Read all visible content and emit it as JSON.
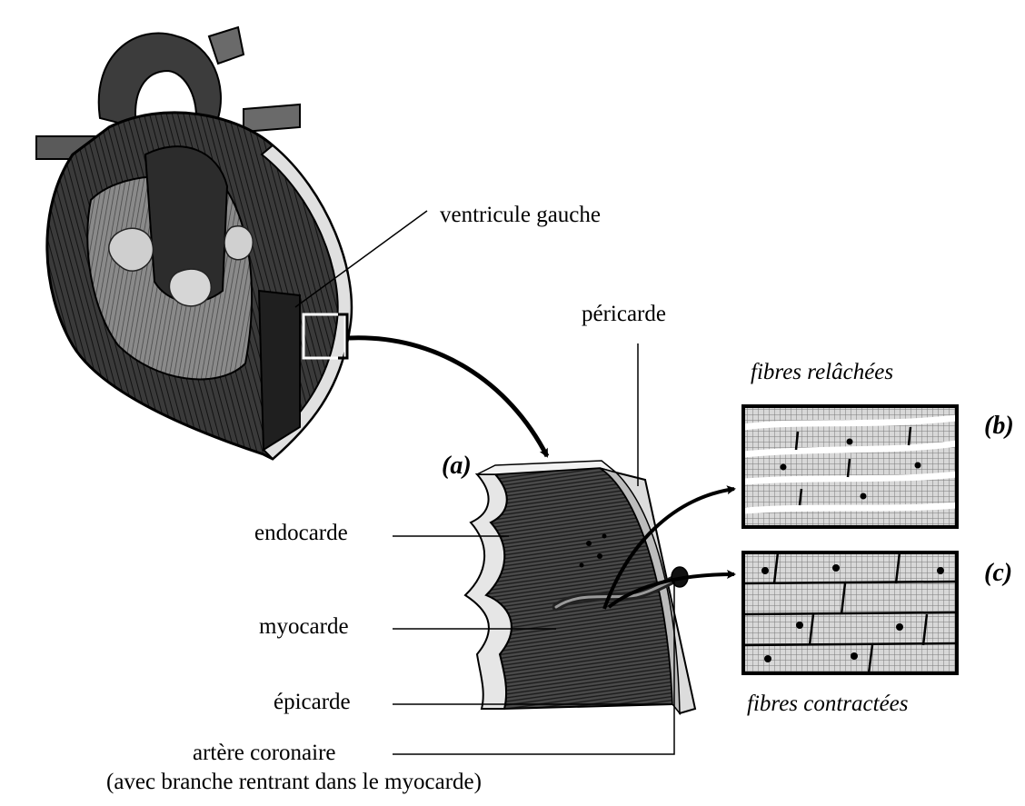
{
  "labels": {
    "ventricle": "ventricule gauche",
    "pericardium": "péricarde",
    "endocardium": "endocarde",
    "myocardium": "myocarde",
    "epicardium": "épicarde",
    "coronary_artery": "artère coronaire",
    "coronary_note": "(avec branche rentrant dans le myocarde)"
  },
  "panels": {
    "a": "(a)",
    "b": "(b)",
    "c": "(c)",
    "relaxed": "fibres relâchées",
    "contracted": "fibres contractées"
  },
  "colors": {
    "ink": "#000000",
    "shade_dark": "#2a2a2a",
    "shade_mid": "#6d6d6d",
    "shade_light": "#bdbdbd",
    "paper": "#ffffff"
  }
}
